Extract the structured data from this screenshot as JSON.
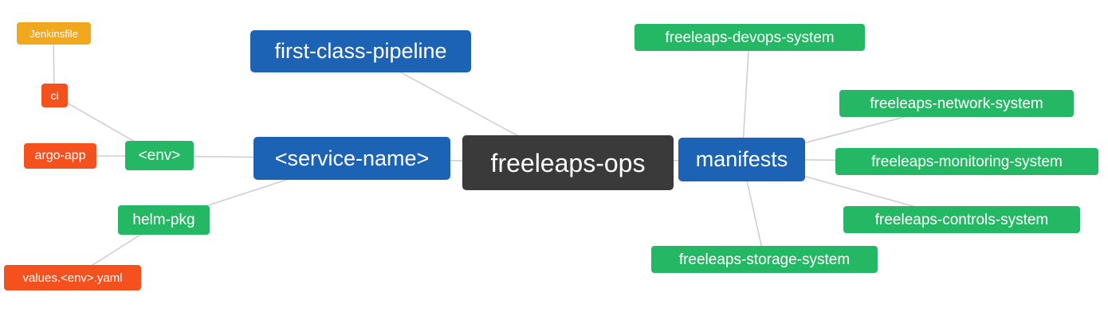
{
  "diagram": {
    "type": "mindmap",
    "colors": {
      "root_bg": "#3a3a3a",
      "blue_bg": "#1d63b5",
      "green_bg": "#25b864",
      "red_bg": "#f4511e",
      "amber_bg": "#f2a81d",
      "node_text": "#ffffff",
      "edge": "#cfcfcf",
      "background": "#ffffff"
    },
    "nodes": {
      "root": {
        "label": "freeleaps-ops"
      },
      "pipeline": {
        "label": "first-class-pipeline"
      },
      "service": {
        "label": "<service-name>"
      },
      "env": {
        "label": "<env>"
      },
      "ci": {
        "label": "ci"
      },
      "jenkinsfile": {
        "label": "Jenkinsfile"
      },
      "argo": {
        "label": "argo-app"
      },
      "helm": {
        "label": "helm-pkg"
      },
      "values": {
        "label": "values.<env>.yaml"
      },
      "manifests": {
        "label": "manifests"
      },
      "devops": {
        "label": "freeleaps-devops-system"
      },
      "network": {
        "label": "freeleaps-network-system"
      },
      "monitoring": {
        "label": "freeleaps-monitoring-system"
      },
      "controls": {
        "label": "freeleaps-controls-system"
      },
      "storage": {
        "label": "freeleaps-storage-system"
      }
    },
    "edges": [
      [
        "first-class-pipeline",
        "freeleaps-ops"
      ],
      [
        "<service-name>",
        "freeleaps-ops"
      ],
      [
        "<env>",
        "<service-name>"
      ],
      [
        "ci",
        "<env>"
      ],
      [
        "Jenkinsfile",
        "ci"
      ],
      [
        "argo-app",
        "<env>"
      ],
      [
        "helm-pkg",
        "<service-name>"
      ],
      [
        "values.<env>.yaml",
        "helm-pkg"
      ],
      [
        "freeleaps-ops",
        "manifests"
      ],
      [
        "manifests",
        "freeleaps-devops-system"
      ],
      [
        "manifests",
        "freeleaps-network-system"
      ],
      [
        "manifests",
        "freeleaps-monitoring-system"
      ],
      [
        "manifests",
        "freeleaps-controls-system"
      ],
      [
        "manifests",
        "freeleaps-storage-system"
      ]
    ]
  }
}
